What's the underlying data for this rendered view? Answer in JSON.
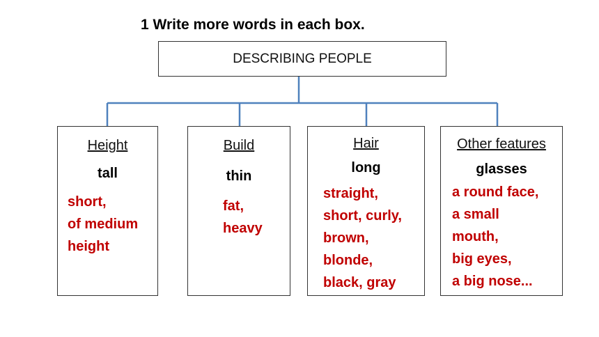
{
  "instruction": "1 Write more words in each box.",
  "root": {
    "label": "DESCRIBING PEOPLE"
  },
  "colors": {
    "connector": "#4f81bd",
    "answer": "#c00000"
  },
  "categories": [
    {
      "title": "Height",
      "given": "tall",
      "answers": [
        "short,",
        "of medium",
        "height"
      ]
    },
    {
      "title": "Build",
      "given": "thin",
      "answers": [
        "fat,",
        "heavy"
      ]
    },
    {
      "title": "Hair",
      "given": "long",
      "answers": [
        "straight,",
        "short, curly,",
        "brown,",
        "blonde,",
        "black, gray"
      ]
    },
    {
      "title": "Other features",
      "given": "glasses",
      "answers": [
        "a round face,",
        "a small",
        "mouth,",
        "big eyes,",
        "a big nose..."
      ]
    }
  ]
}
